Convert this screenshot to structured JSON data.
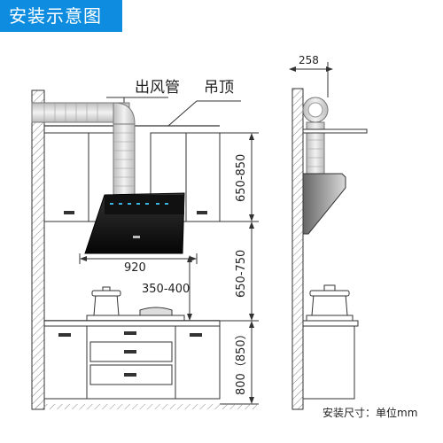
{
  "header": {
    "title": "安装示意图"
  },
  "colors": {
    "badge": "#0e8de0",
    "stroke": "#333333",
    "hatch": "#888888",
    "duct": "#d8d8d8"
  },
  "labels": {
    "duct": "出风管",
    "ceiling": "吊顶",
    "hood_width": "920",
    "hood_to_stove": "350-400",
    "hood_top_height": "650-850",
    "wall_gap": "650-750",
    "counter_height": "800（850）",
    "duct_diameter": "258",
    "unit_note": "安装尺寸：单位mm"
  }
}
